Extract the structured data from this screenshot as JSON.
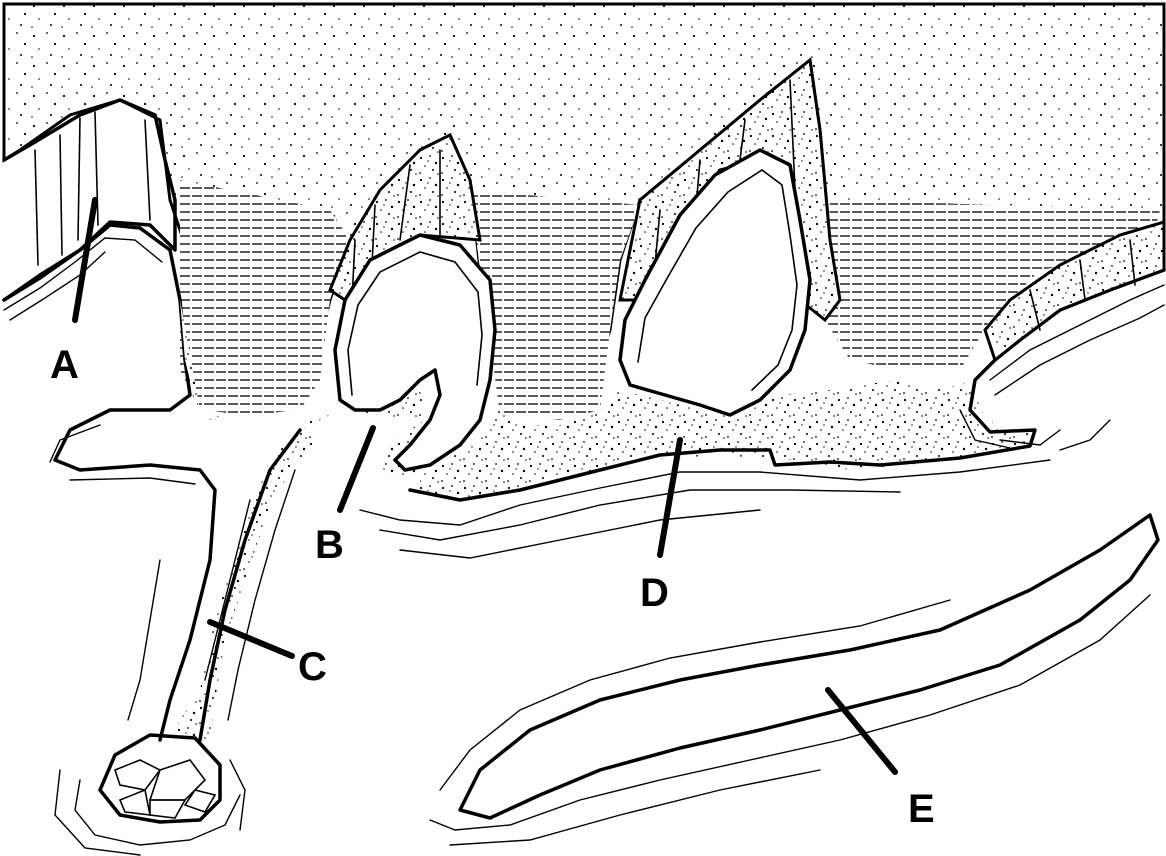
{
  "diagram": {
    "labels": [
      {
        "id": "A",
        "text": "A"
      },
      {
        "id": "B",
        "text": "B"
      },
      {
        "id": "C",
        "text": "C"
      },
      {
        "id": "D",
        "text": "D"
      },
      {
        "id": "E",
        "text": "E"
      }
    ]
  },
  "colors": {
    "ink": "#000000",
    "paper": "#ffffff"
  }
}
